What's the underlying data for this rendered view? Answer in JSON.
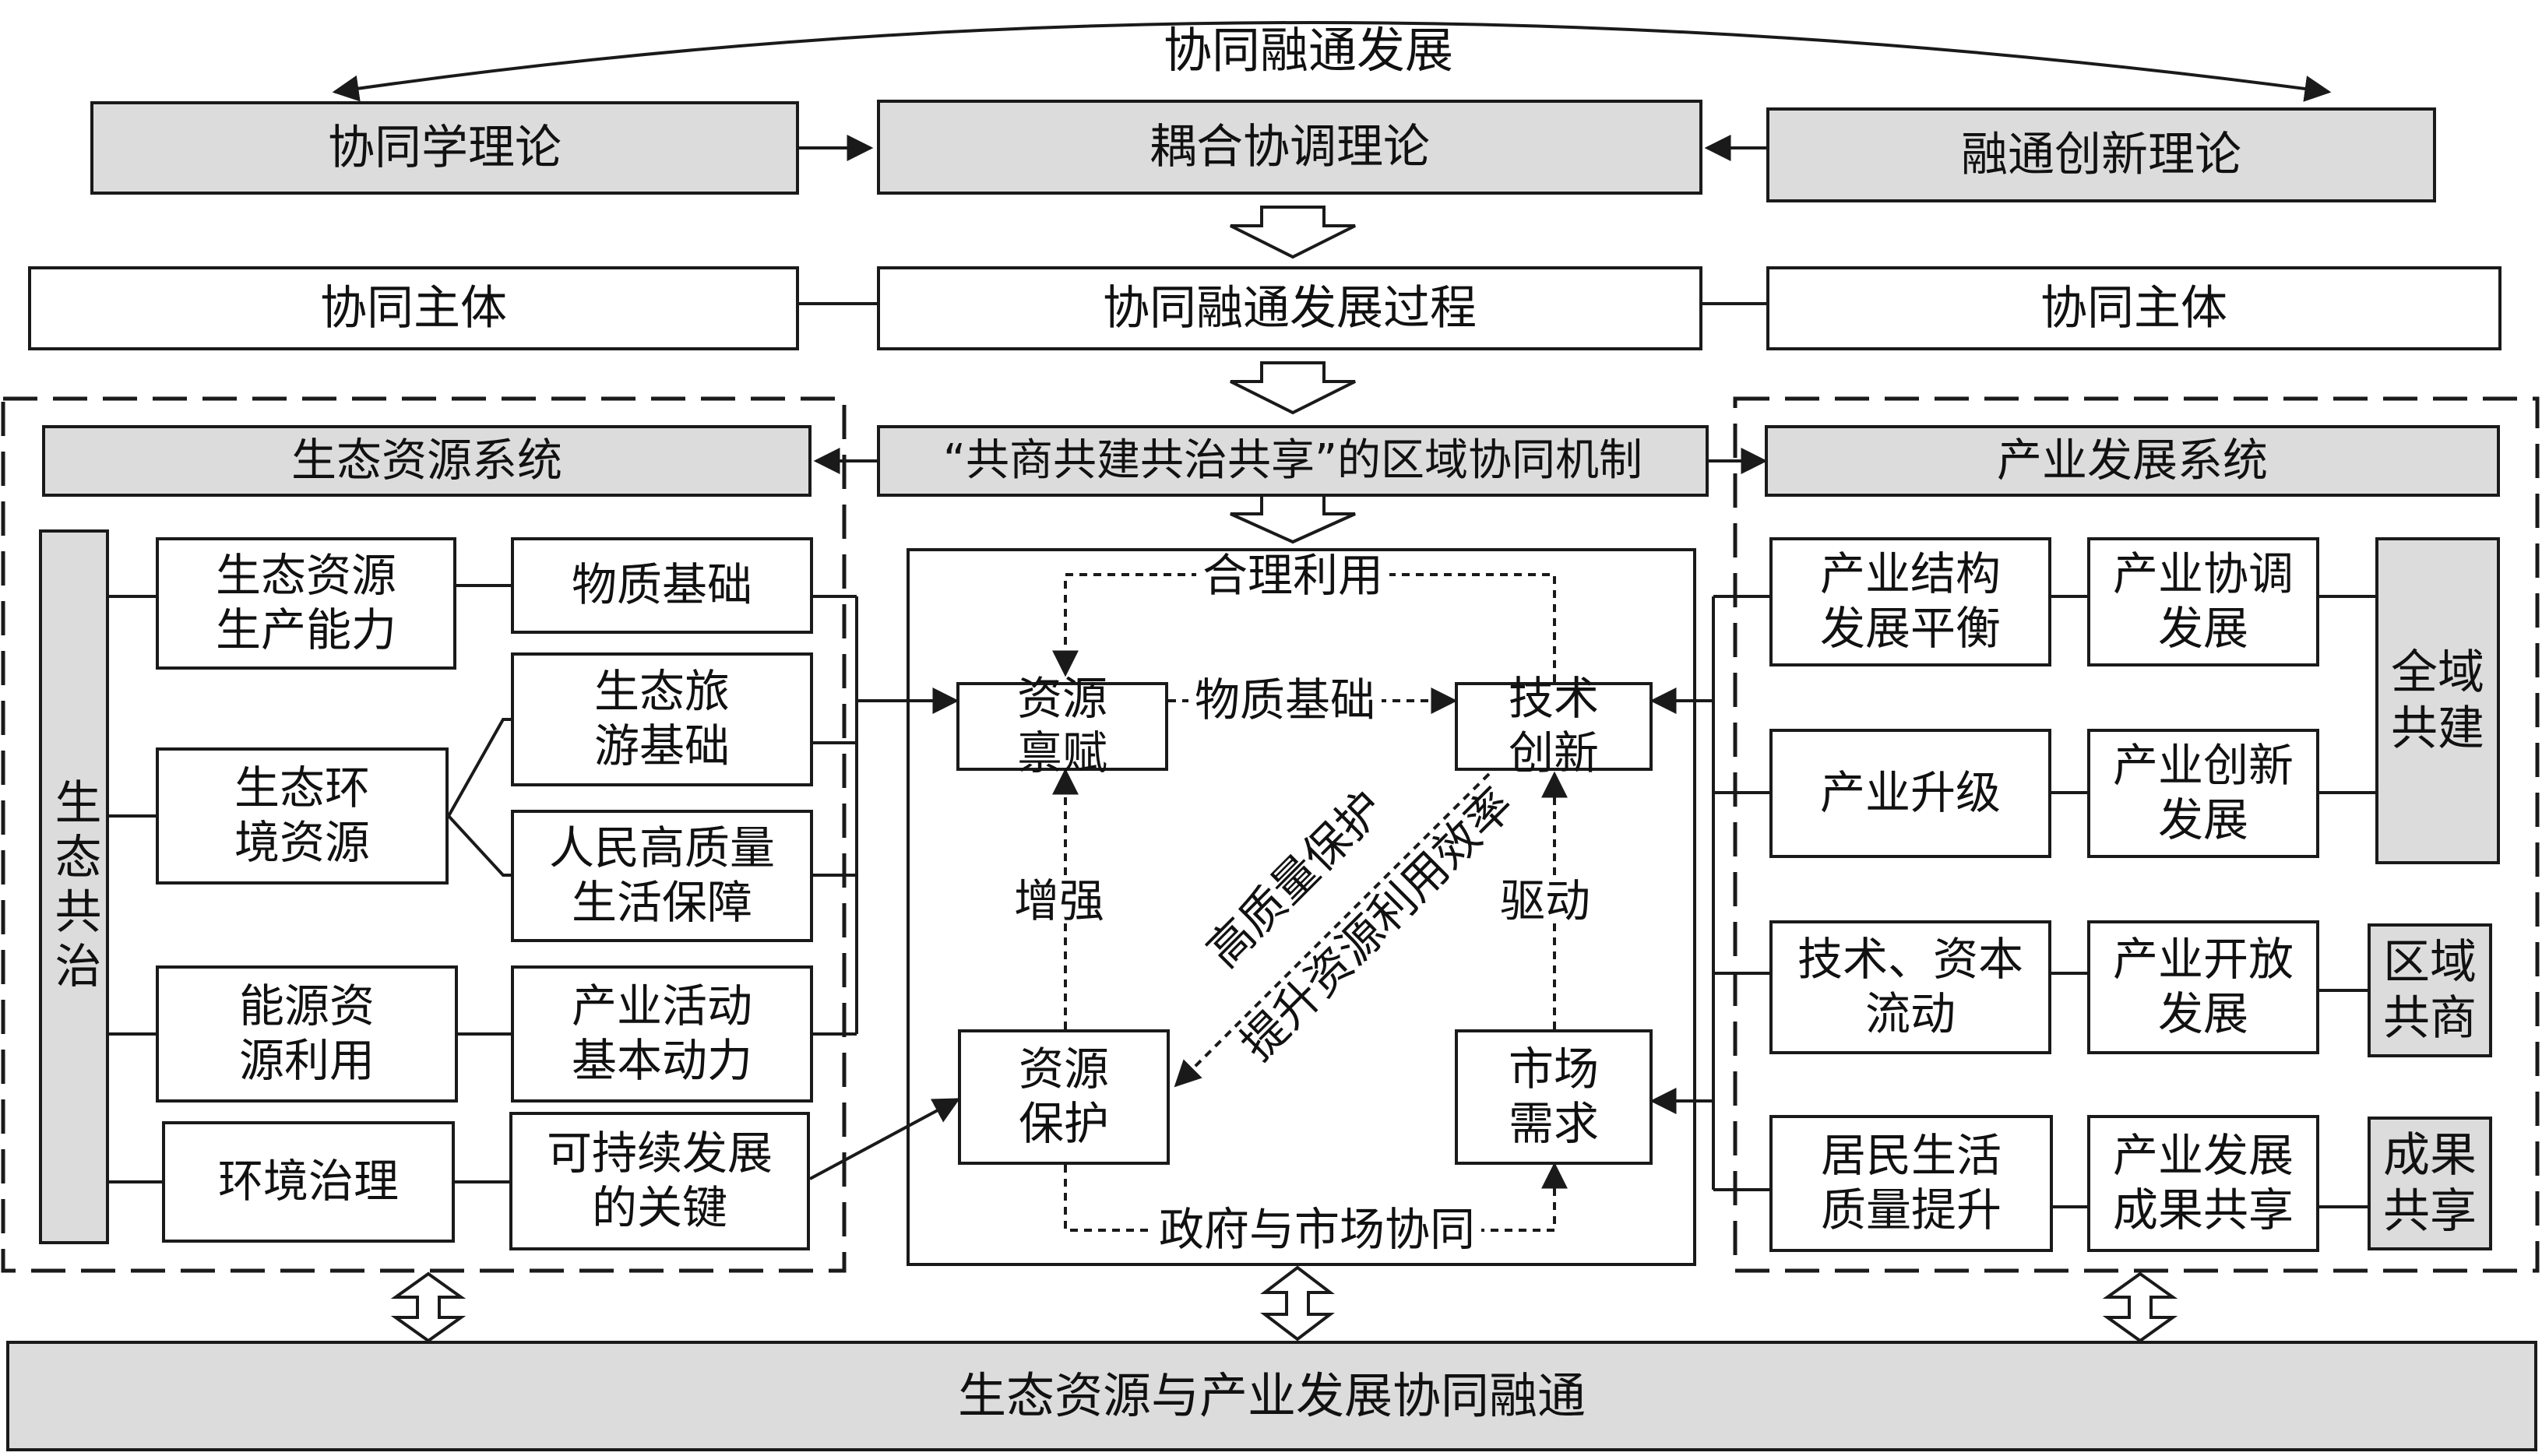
{
  "top_label": "协同融通发展",
  "theories": {
    "left": "协同学理论",
    "center": "耦合协调理论",
    "right": "融通创新理论"
  },
  "process": {
    "left": "协同主体",
    "center": "协同融通发展过程",
    "right": "协同主体"
  },
  "mechanism": "“共商共建共治共享”的区域协同机制",
  "eco_system": {
    "title": "生态资源系统",
    "side": "生态共治",
    "col1": [
      "生态资源\n生产能力",
      "生态环\n境资源",
      "能源资\n源利用",
      "环境治理"
    ],
    "col2": [
      "物质基础",
      "生态旅\n游基础",
      "人民高质量\n生活保障",
      "产业活动\n基本动力",
      "可持续发展\n的关键"
    ]
  },
  "industry_system": {
    "title": "产业发展系统",
    "col1": [
      "产业结构\n发展平衡",
      "产业升级",
      "技术、资本\n流动",
      "居民生活\n质量提升"
    ],
    "col2": [
      "产业协调\n发展",
      "产业创新\n发展",
      "产业开放\n发展",
      "产业发展\n成果共享"
    ],
    "side": [
      "全域\n共建",
      "区域\n共商",
      "成果\n共享"
    ]
  },
  "center": {
    "nodes": {
      "endowment": "资源\n禀赋",
      "innovation": "技术\n创新",
      "protection": "资源\n保护",
      "demand": "市场\n需求"
    },
    "labels": {
      "top": "合理利用",
      "middle": "物质基础",
      "left": "增强",
      "right": "驱动",
      "bottom": "政府与市场协同",
      "diag1": "高质量保护",
      "diag2": "提升资源利用效率"
    }
  },
  "bottom": "生态资源与产业发展协同融通"
}
